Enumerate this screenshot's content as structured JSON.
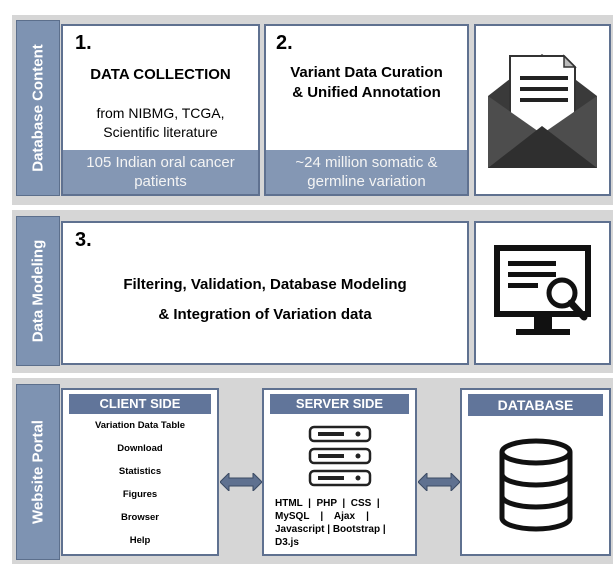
{
  "sections": {
    "content": {
      "label": "Database Content"
    },
    "modeling": {
      "label": "Data Modeling"
    },
    "portal": {
      "label": "Website Portal"
    }
  },
  "step1": {
    "number": "1.",
    "title": "DATA COLLECTION",
    "source_line1": "from NIBMG, TCGA,",
    "source_line2": "Scientific literature",
    "footer_line1": "105 Indian oral cancer",
    "footer_line2": "patients"
  },
  "step2": {
    "number": "2.",
    "title_line1": "Variant Data Curation",
    "title_line2": "& Unified Annotation",
    "footer_line1": "~24 million somatic &",
    "footer_line2": "germline variation"
  },
  "step3": {
    "number": "3.",
    "line1": "Filtering,  Validation,  Database Modeling",
    "line2": "& Integration of Variation data"
  },
  "client": {
    "header": "CLIENT SIDE",
    "items": [
      "Variation Data Table",
      "Download",
      "Statistics",
      "Figures",
      "Browser",
      "Help"
    ]
  },
  "server": {
    "header": "SERVER SIDE",
    "tech_lines": [
      "HTML  |  PHP  |  CSS  |",
      "MySQL    |    Ajax    |",
      "Javascript | Bootstrap |",
      "D3.js"
    ]
  },
  "database": {
    "header": "DATABASE"
  },
  "icons": [
    "envelope-icon",
    "monitor-search-icon",
    "server-stack-icon",
    "database-cylinder-icon",
    "double-arrow-icon"
  ],
  "colors": {
    "accent": "#7e93b2",
    "header": "#61759a",
    "band": "#d6d6d6",
    "footer": "#8497b4"
  }
}
